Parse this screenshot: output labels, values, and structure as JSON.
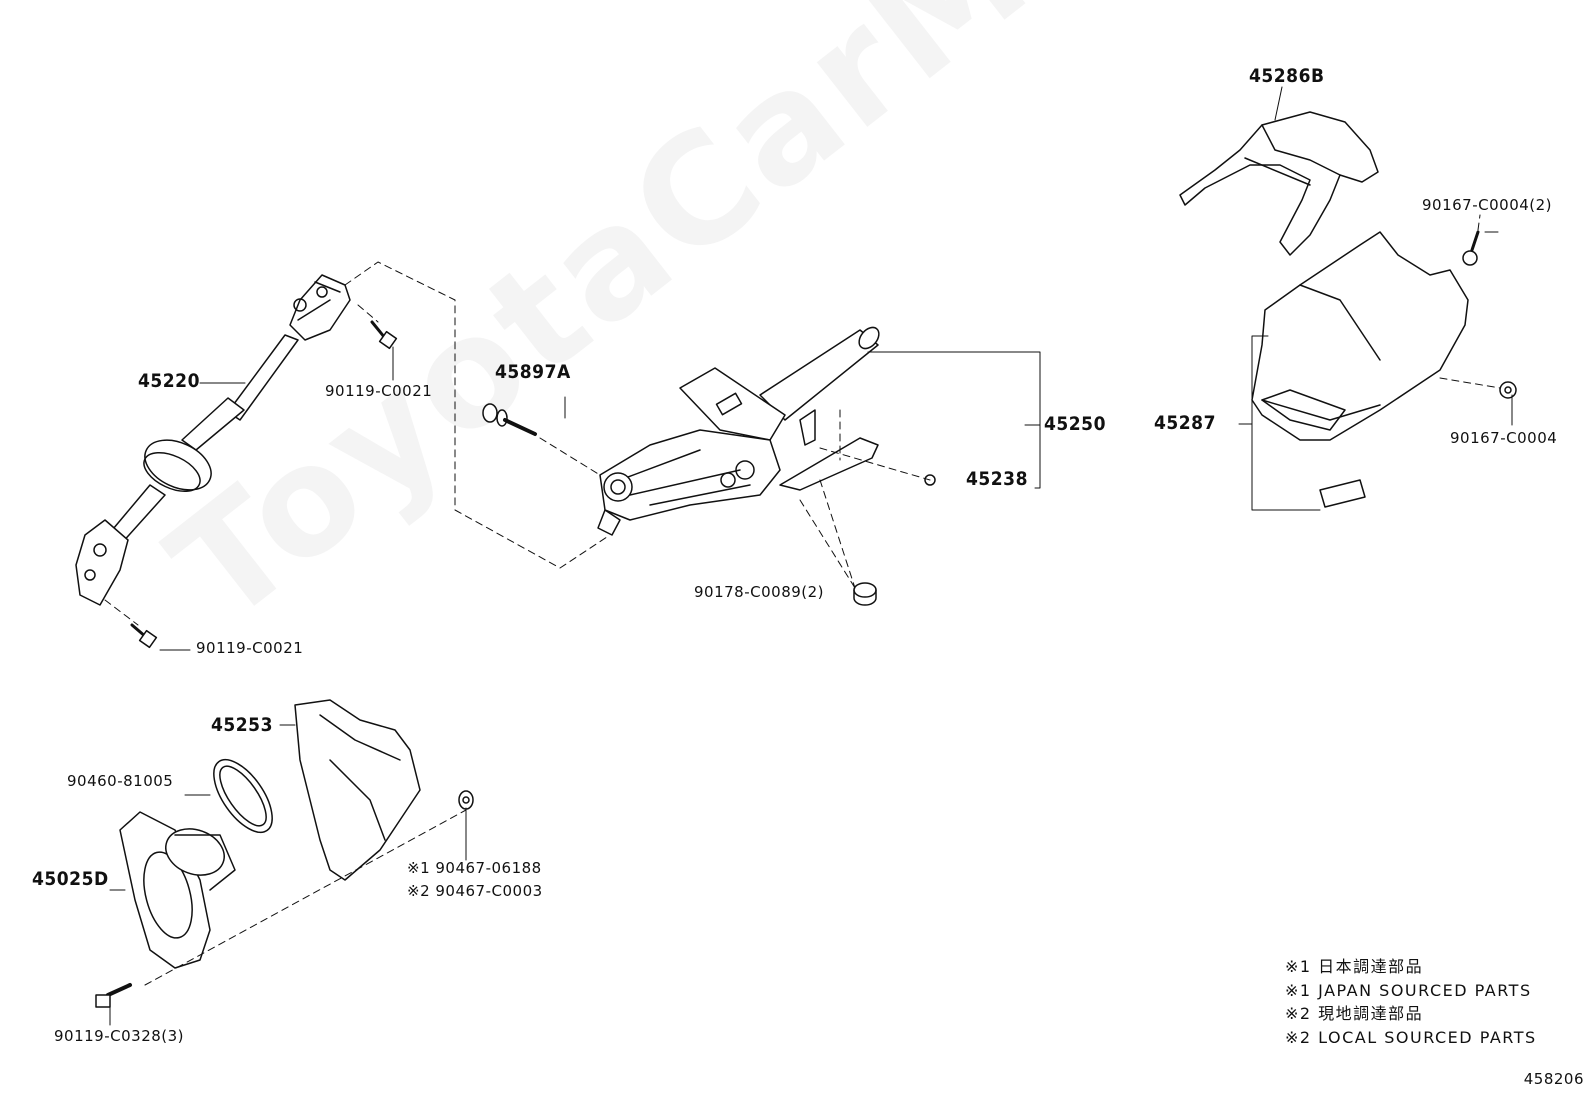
{
  "watermark": "ToyotaCarMine.ru",
  "parts": {
    "p45286b": "45286B",
    "p90167_c0004_2": "90167-C0004(2)",
    "p90167_c0004": "90167-C0004",
    "p45287": "45287",
    "p45220": "45220",
    "p90119_c0021_top": "90119-C0021",
    "p45897a": "45897A",
    "p45250": "45250",
    "p45238": "45238",
    "p90178_c0089_2": "90178-C0089(2)",
    "p90119_c0021_bottom": "90119-C0021",
    "p45253": "45253",
    "p90460_81005": "90460-81005",
    "p45025d": "45025D",
    "p90467_06188": "※1 90467-06188",
    "p90467_c0003": "※2 90467-C0003",
    "p90119_c0328_3": "90119-C0328(3)"
  },
  "legend": [
    "※1 日本調達部品",
    "※1 JAPAN SOURCED PARTS",
    "※2 現地調達部品",
    "※2 LOCAL SOURCED PARTS"
  ],
  "diagram_code": "458206"
}
